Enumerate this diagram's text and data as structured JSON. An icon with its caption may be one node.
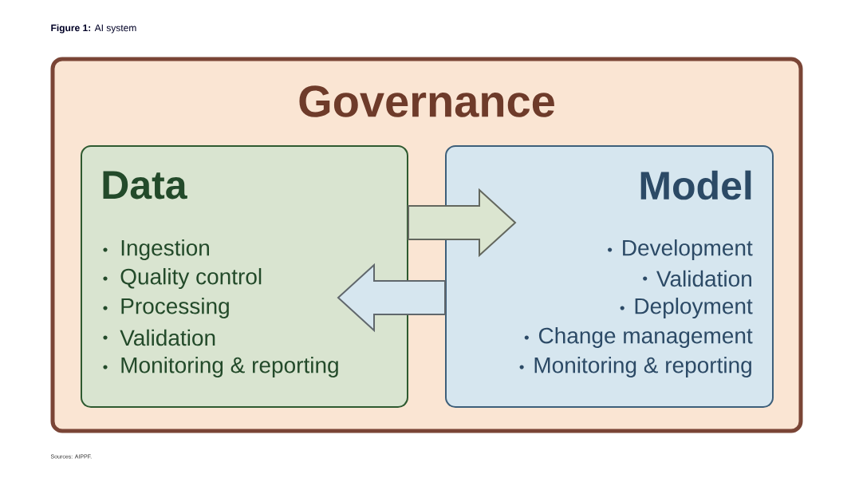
{
  "diagram": {
    "title": "**Figure 1:** AI system",
    "caption": "Sources: AIPPF.",
    "nodes": [
      {
        "text": [
          "Governance"
        ]
      },
      {
        "text": [
          "Data",
          "Ingestion",
          "Quality control",
          "Processing",
          "Validation",
          "Monitoring & reporting"
        ],
        "in": 0
      },
      {
        "text": [
          "Model",
          "Development",
          "Validation",
          "Deployment",
          "Change management",
          "Monitoring & reporting"
        ],
        "in": 0
      }
    ],
    "edges": [
      {
        "from": 1,
        "to": 2,
        "arrow": "to",
        "color": "#dbe5d0"
      },
      {
        "from": 2,
        "to": 1,
        "arrow": "to",
        "color": "#d6e6ef"
      }
    ]
  }
}
